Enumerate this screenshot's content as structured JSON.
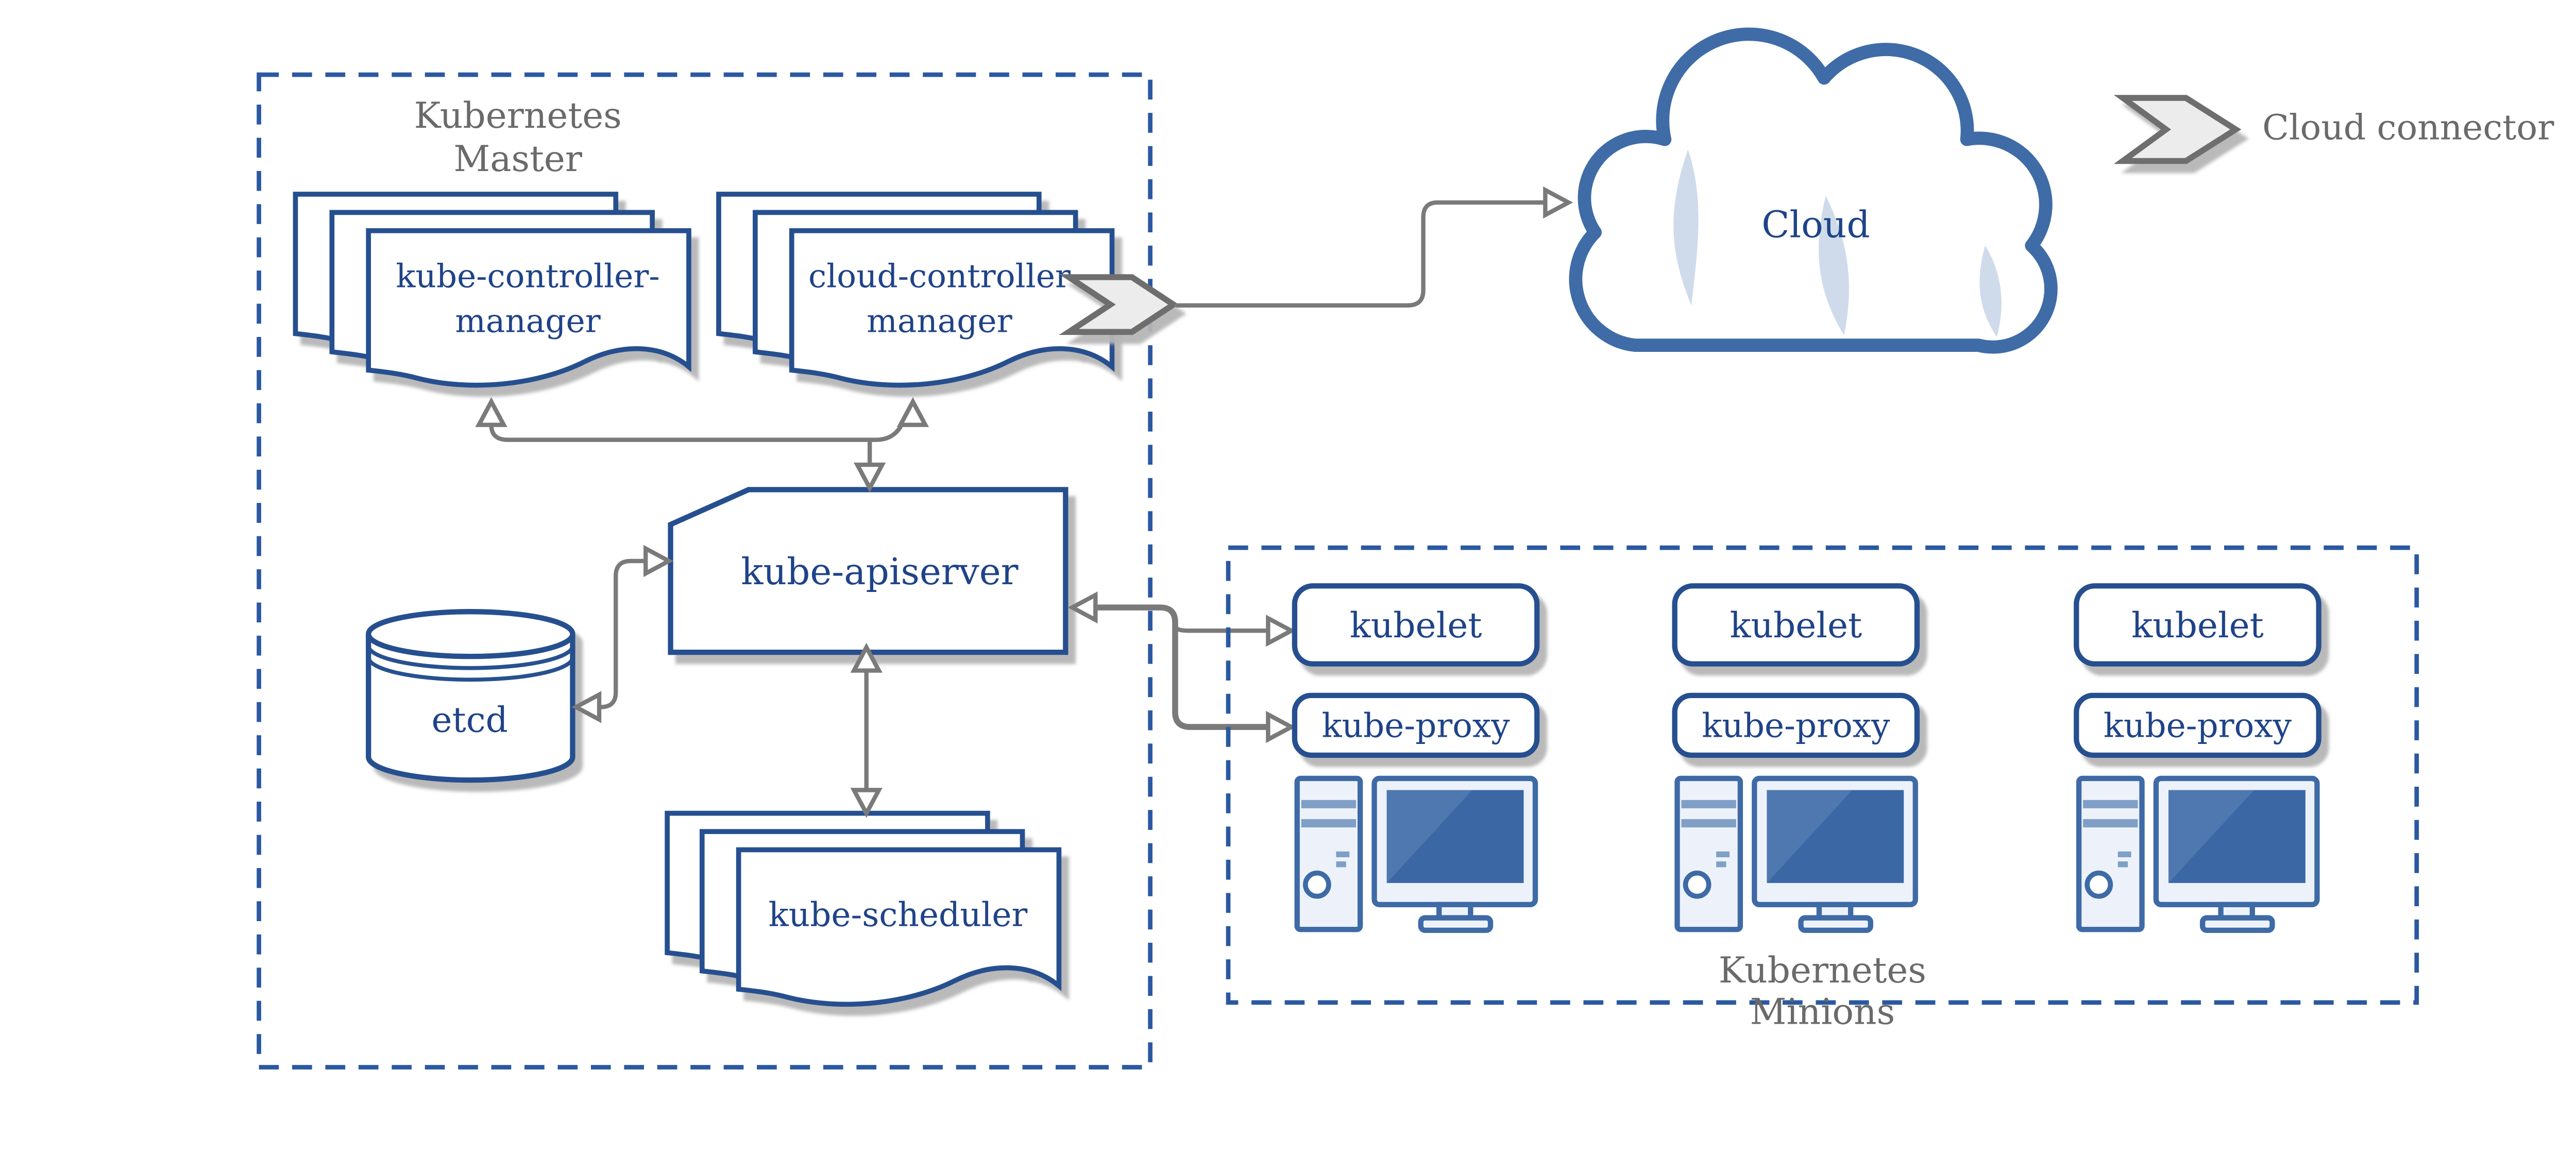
{
  "colors": {
    "node_border": "#27508f",
    "node_text": "#1f4388",
    "boundary_dash": "#2b59a1",
    "cloud_border": "#3f6ca6",
    "cloud_accent": "#cfdbeb",
    "arrow_gray": "#7a7a7a",
    "label_gray": "#6a6a6a",
    "shadow": "#b5b5b5",
    "screen_blue": "#3b68a5",
    "screen_sheen": "#4e78af",
    "computer_fill": "#edf2fa"
  },
  "master": {
    "title_line1": "Kubernetes",
    "title_line2": "Master",
    "kube_controller_manager": {
      "line1": "kube-controller-",
      "line2": "manager"
    },
    "cloud_controller_manager": {
      "line1": "cloud-controller",
      "line2": "manager"
    },
    "kube_apiserver": "kube-apiserver",
    "etcd": "etcd",
    "kube_scheduler": "kube-scheduler"
  },
  "cloud": {
    "label": "Cloud"
  },
  "legend": {
    "label": "Cloud connector"
  },
  "minions": {
    "title_line1": "Kubernetes",
    "title_line2": "Minions",
    "columns": [
      {
        "kubelet": "kubelet",
        "kube_proxy": "kube-proxy"
      },
      {
        "kubelet": "kubelet",
        "kube_proxy": "kube-proxy"
      },
      {
        "kubelet": "kubelet",
        "kube_proxy": "kube-proxy"
      }
    ]
  }
}
